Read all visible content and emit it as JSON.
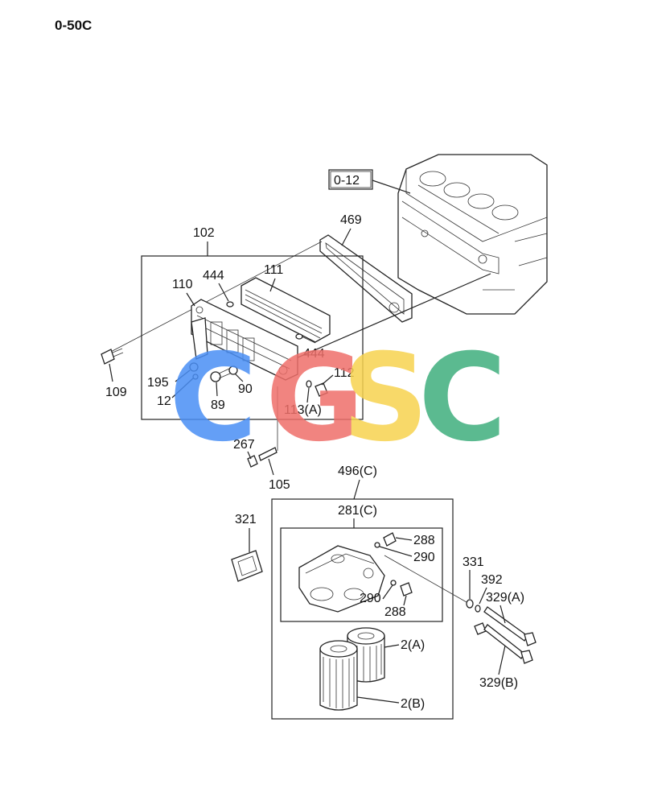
{
  "page_code": "0-50C",
  "ref_box": "0-12",
  "watermark": "CGSC",
  "watermark_colors": [
    "#4a8ff5",
    "#ef6f6a",
    "#f7d34f",
    "#3fae7d"
  ],
  "labels": {
    "l102": "102",
    "l110": "110",
    "l444a": "444",
    "l111": "111",
    "l444b": "444",
    "l469": "469",
    "l109": "109",
    "l195": "195",
    "l12": "12",
    "l89": "89",
    "l90": "90",
    "l112": "112",
    "l113a": "113(A)",
    "l267": "267",
    "l105": "105",
    "l496c": "496(C)",
    "l281c": "281(C)",
    "l321": "321",
    "l288a": "288",
    "l290a": "290",
    "l290b": "290",
    "l288b": "288",
    "l331": "331",
    "l392": "392",
    "l329a": "329(A)",
    "l329b": "329(B)",
    "l2a": "2(A)",
    "l2b": "2(B)"
  }
}
